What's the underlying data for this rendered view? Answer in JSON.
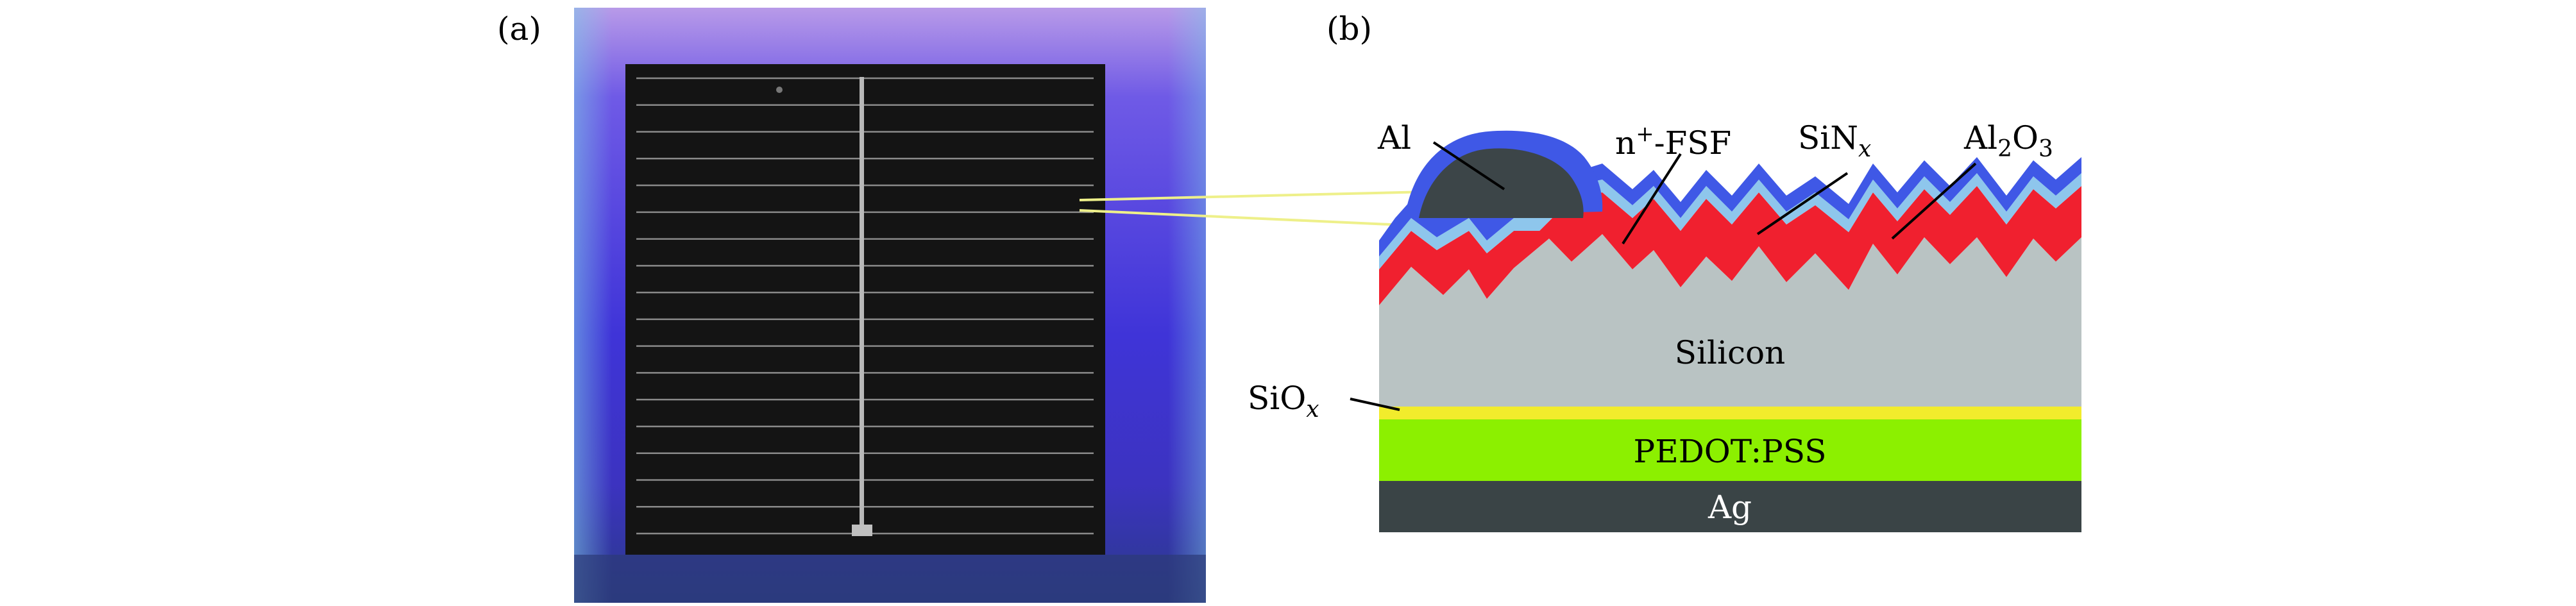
{
  "panel_a": {
    "label": "(a)",
    "finger_count": 18,
    "colors": {
      "frame_glow": "#5548e0",
      "cell": "#151515",
      "finger": "#8a8a8a",
      "busbar": "#b8b8b8"
    }
  },
  "panel_b": {
    "label": "(b)",
    "layers": {
      "al": "Al",
      "n_fsf": {
        "prefix": "n",
        "sup": "+",
        "suffix": "-FSF"
      },
      "sin": {
        "base": "SiN",
        "sub": "x"
      },
      "al2o3": {
        "a": "Al",
        "s1": "2",
        "b": "O",
        "s2": "3"
      },
      "silicon": "Silicon",
      "siox": {
        "base": "SiO",
        "sub": "x"
      },
      "pedot": "PEDOT:PSS",
      "ag": "Ag"
    },
    "colors": {
      "al": "#3c4548",
      "sin": "#3f58e6",
      "al2o3": "#8ec6ec",
      "n_fsf": "#f0202f",
      "silicon": "#b9c3c3",
      "siox": "#f2ec2c",
      "pedot": "#8cf000",
      "ag": "#3a4446",
      "zoom_line": "#eef08a"
    }
  }
}
